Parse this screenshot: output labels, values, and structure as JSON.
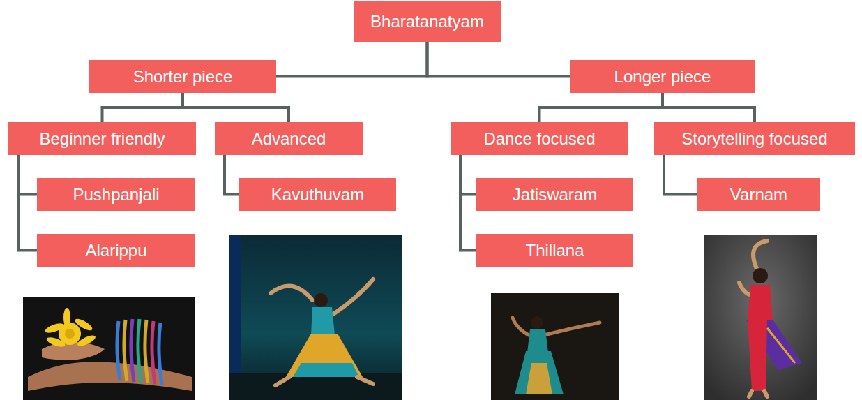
{
  "diagram": {
    "nodes": [
      {
        "text": [
          "Bharatanatyam"
        ]
      },
      {
        "text": [
          "Shorter piece"
        ]
      },
      {
        "text": [
          "Longer piece"
        ]
      },
      {
        "text": [
          "Beginner friendly"
        ]
      },
      {
        "text": [
          "Advanced"
        ]
      },
      {
        "text": [
          "Dance focused"
        ]
      },
      {
        "text": [
          "Storytelling focused"
        ]
      },
      {
        "text": [
          "Pushpanjali"
        ]
      },
      {
        "text": [
          "Alarippu"
        ]
      },
      {
        "text": [
          "Kavuthuvam"
        ]
      },
      {
        "text": [
          "Jatiswaram"
        ]
      },
      {
        "text": [
          "Thillana"
        ]
      },
      {
        "text": [
          "Varnam"
        ]
      }
    ],
    "edges": [
      {
        "from": 0,
        "to": 1,
        "arrow": "none"
      },
      {
        "from": 0,
        "to": 2,
        "arrow": "none"
      },
      {
        "from": 1,
        "to": 3,
        "arrow": "none"
      },
      {
        "from": 1,
        "to": 4,
        "arrow": "none"
      },
      {
        "from": 2,
        "to": 5,
        "arrow": "none"
      },
      {
        "from": 2,
        "to": 6,
        "arrow": "none"
      },
      {
        "from": 3,
        "to": 7,
        "arrow": "none"
      },
      {
        "from": 3,
        "to": 8,
        "arrow": "none"
      },
      {
        "from": 4,
        "to": 9,
        "arrow": "none"
      },
      {
        "from": 5,
        "to": 10,
        "arrow": "none"
      },
      {
        "from": 5,
        "to": 11,
        "arrow": "none"
      },
      {
        "from": 6,
        "to": 12,
        "arrow": "none"
      }
    ]
  }
}
